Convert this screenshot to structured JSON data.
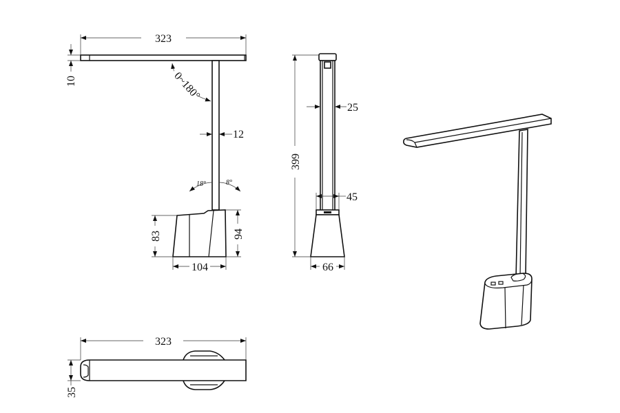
{
  "drawing": {
    "front_view": {
      "head_length": "323",
      "head_thickness": "10",
      "head_rotation": "0~180°",
      "pole_width": "12",
      "tilt_back": "18°",
      "tilt_forward": "8°",
      "base_front_height": "83",
      "base_back_height": "94",
      "base_width": "104"
    },
    "side_view": {
      "total_height": "399",
      "pole_depth": "25",
      "collar_depth": "45",
      "base_depth": "66"
    },
    "top_view": {
      "head_length": "323",
      "head_width": "35"
    },
    "colors": {
      "line": "#111111",
      "background": "#ffffff"
    }
  }
}
